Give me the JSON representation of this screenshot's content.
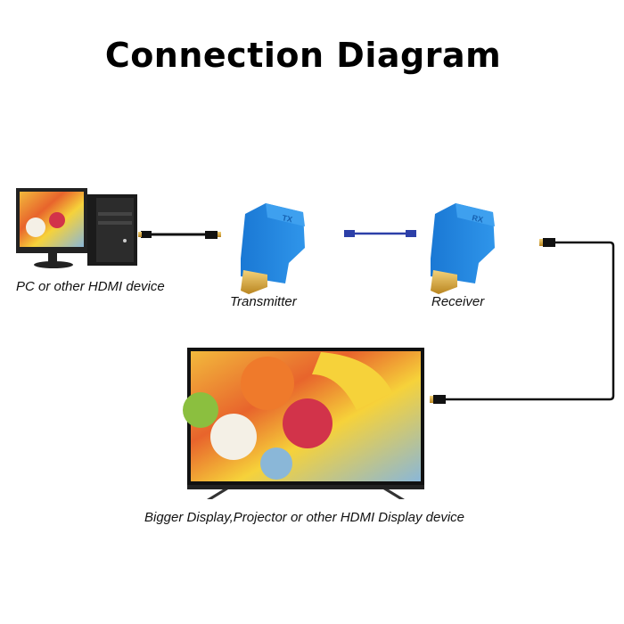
{
  "title": "Connection Diagram",
  "labels": {
    "source": "PC or other HDMI device",
    "transmitter": "Transmitter",
    "receiver": "Receiver",
    "display": "Bigger Display,Projector or other HDMI Display device"
  },
  "device_marks": {
    "transmitter": "TX",
    "receiver": "RX"
  },
  "colors": {
    "extender_blue": "#1f7fd6",
    "cable": "#111111",
    "ethernet": "#2c3fa8",
    "hdmi_gold": "#d9a93a"
  }
}
